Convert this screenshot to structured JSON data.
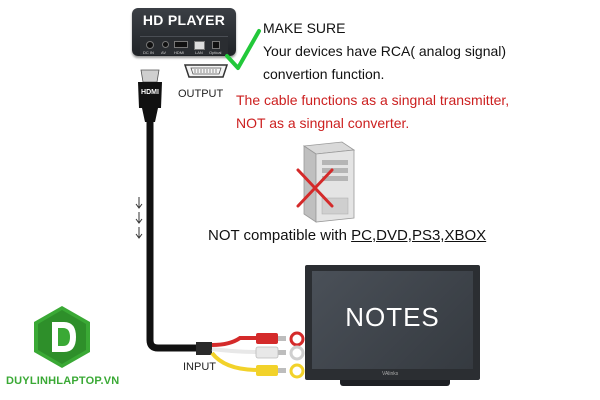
{
  "player": {
    "title": "HD PLAYER",
    "ports": [
      "DC IN",
      "AV",
      "HDMI",
      "LAN",
      "Optical"
    ]
  },
  "output_label": "OUTPUT",
  "input_label": "INPUT",
  "hdmi_plug_label": "HDMI",
  "notice": {
    "heading": "MAKE SURE",
    "line1": "Your devices have RCA( analog signal)",
    "line2": "convertion function."
  },
  "warning": {
    "line1": "The cable functions as a singnal transmitter,",
    "line2": "NOT as a singnal converter."
  },
  "compatibility": {
    "prefix": "NOT compatible with ",
    "devices": "PC,DVD,PS3,XBOX"
  },
  "tv": {
    "screen_text": "NOTES",
    "brand": "VAlinks"
  },
  "logo": {
    "text": "DUYLINHLAPTOP.VN"
  },
  "icons": {
    "checkmark": "check-icon",
    "computer": "computer-tower-icon",
    "cross": "cross-icon",
    "arrows": "down-arrows-icon",
    "logo": "logo-d-icon"
  },
  "colors": {
    "warning_red": "#cc1f1f",
    "check_green": "#22c83a",
    "logo_green": "#3aa935",
    "rca_red": "#d42a2a",
    "rca_white": "#e8e8e8",
    "rca_yellow": "#f2d22a"
  }
}
